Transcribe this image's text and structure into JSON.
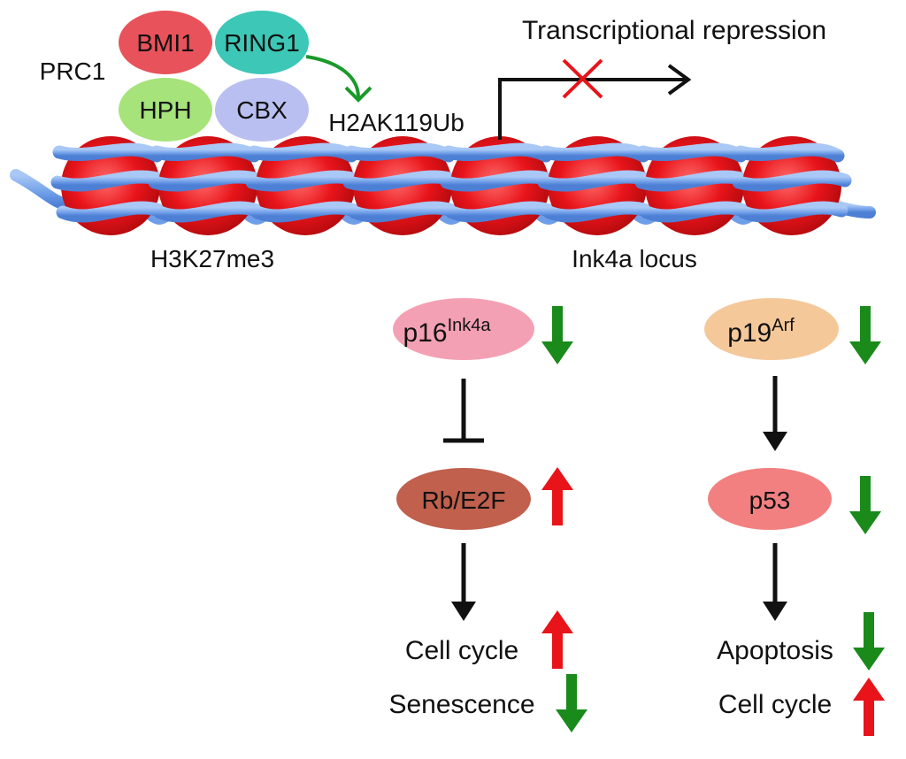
{
  "prc1": {
    "label": "PRC1",
    "bmi1": "BMI1",
    "ring1": "RING1",
    "hph": "HPH",
    "cbx": "CBX"
  },
  "histone_marks": {
    "h2a": "H2AK119Ub",
    "h3": "H3K27me3"
  },
  "locus": {
    "label": "Ink4a locus",
    "transcription": "Transcriptional repression"
  },
  "left_pathway": {
    "p16_base": "p16",
    "p16_sup": "Ink4a",
    "rb": "Rb/E2F",
    "outcome1": "Cell cycle",
    "outcome2": "Senescence"
  },
  "right_pathway": {
    "p19_base": "p19",
    "p19_sup": "Arf",
    "p53": "p53",
    "outcome1": "Apoptosis",
    "outcome2": "Cell cycle"
  },
  "colors": {
    "bmi1": "#e8525a",
    "ring1": "#3cc7b6",
    "hph": "#a6e37a",
    "cbx": "#b9bff0",
    "nucleosome": "#e8141a",
    "dna": "#6f9ee8",
    "p16": "#f4a0b4",
    "p19": "#f5c89a",
    "rb": "#c0604d",
    "p53": "#f28080",
    "up_arrow": "#e8141a",
    "down_arrow": "#1a8a1a"
  }
}
